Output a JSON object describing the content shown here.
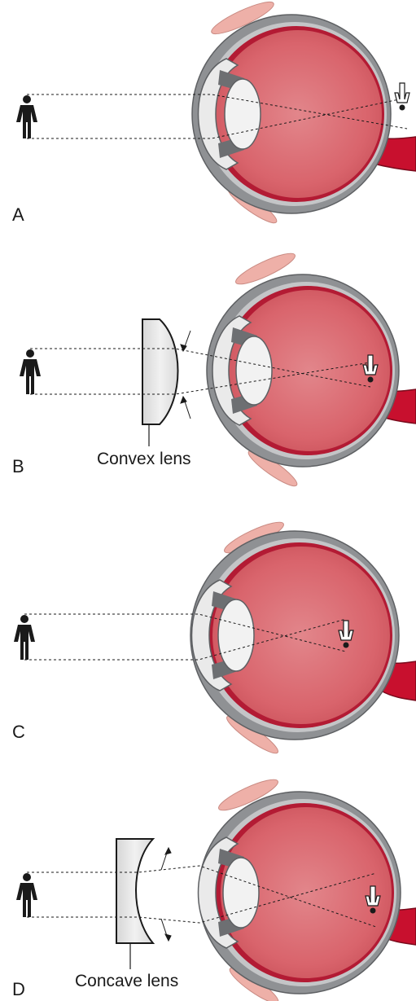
{
  "panels": [
    {
      "letter": "A",
      "lens": null
    },
    {
      "letter": "B",
      "lens": "Convex lens"
    },
    {
      "letter": "C",
      "lens": null
    },
    {
      "letter": "D",
      "lens": "Concave lens"
    }
  ],
  "colors": {
    "vitreous": "#d9646c",
    "vitreous_edge": "#b53b46",
    "sclera": "#8f9194",
    "sclera_inner": "#c4c5c7",
    "retina": "#b31b34",
    "optic_nerve": "#c8102e",
    "lids": "#eeb0a8",
    "cornea": "#eaeaea",
    "lens": "#f2f2f2",
    "glass": "#e4e4e4",
    "ink": "#1a1a1a"
  }
}
